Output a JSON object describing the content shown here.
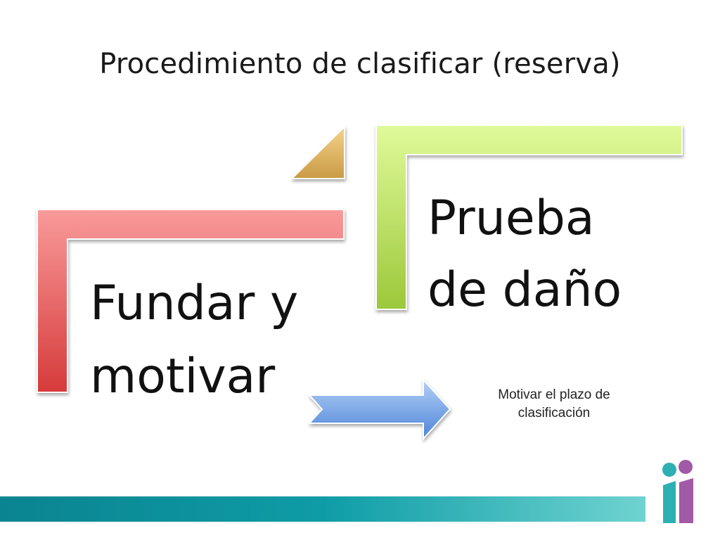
{
  "slide": {
    "title": "Procedimiento de clasificar (reserva)"
  },
  "diagram": {
    "step1": {
      "line1": "Fundar y",
      "line2": "motivar",
      "color_top": "#f99a9a",
      "color_bottom": "#d63b3b"
    },
    "step2": {
      "line1": "Prueba",
      "line2": "de daño",
      "color_top": "#e0fa9a",
      "color_bottom": "#9cc83a"
    },
    "connector_triangle": {
      "color_top": "#f5d38a",
      "color_bottom": "#c99a45"
    },
    "arrow": {
      "color_top": "#a9c7f2",
      "color_bottom": "#4c84d8"
    },
    "note": {
      "line1": "Motivar el plazo de",
      "line2": "clasificación"
    }
  },
  "footer": {
    "band_color_left": "#0a8e9a",
    "band_color_right": "#55c8c8",
    "logo_icon": "ii-logo-icon",
    "logo_colors": [
      "#2db0b3",
      "#a05aa6"
    ]
  }
}
